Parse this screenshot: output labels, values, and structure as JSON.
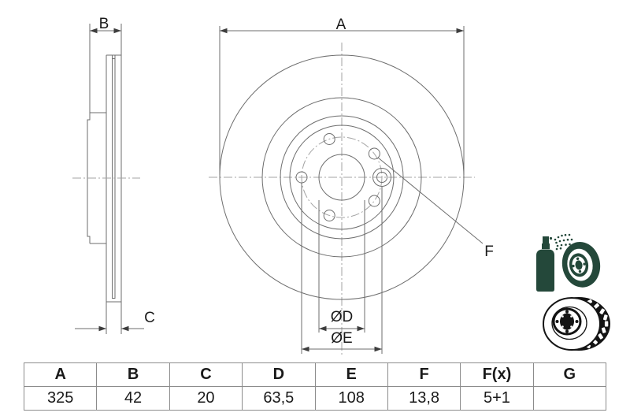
{
  "drawing": {
    "dim_labels": {
      "A": "A",
      "B": "B",
      "C": "C",
      "F": "F",
      "D": "ØD",
      "E": "ØE"
    }
  },
  "icons": {
    "coated": "spray-coated-disc-icon",
    "vented": "vented-disc-icon"
  },
  "colors": {
    "line": "#6e6e6e",
    "centerline": "#a3a3a3",
    "text": "#1a1a1a",
    "icon_green": "#24483a",
    "icon_black": "#141414",
    "table_border": "#8c8c8c"
  },
  "table": {
    "headers": [
      "A",
      "B",
      "C",
      "D",
      "E",
      "F",
      "F(x)",
      "G"
    ],
    "values": [
      "325",
      "42",
      "20",
      "63,5",
      "108",
      "13,8",
      "5+1",
      ""
    ]
  }
}
